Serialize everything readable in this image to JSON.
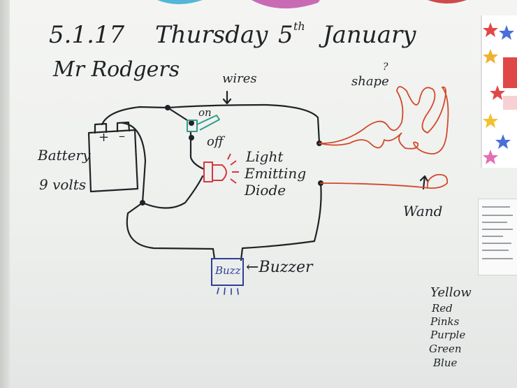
{
  "header": {
    "date": "5.1.17",
    "day": "Thursday",
    "date_number": "5",
    "date_suffix": "th",
    "month": "January",
    "teacher": "Mr Rodgers"
  },
  "circuit_labels": {
    "battery": "Battery",
    "volts": "9 volts",
    "plus": "+",
    "minus": "–",
    "wires": "wires",
    "switch_on": "on",
    "switch_off": "off",
    "led_line1": "Light",
    "led_line2": "Emitting",
    "led_line3": "Diode",
    "buzz": "Buzz",
    "buzzer": "←Buzzer",
    "shape": "shape",
    "shape_mark": "?",
    "wand": "Wand"
  },
  "colour_list": [
    "Yellow",
    "Red",
    "Pinks",
    "Purple",
    "Green",
    "Blue"
  ],
  "colors": {
    "ink": "#1f2326",
    "wire_red": "#d2482a",
    "led_red": "#d9363e",
    "switch_green": "#2f9d86",
    "buzzer_blue": "#2f3f97"
  }
}
